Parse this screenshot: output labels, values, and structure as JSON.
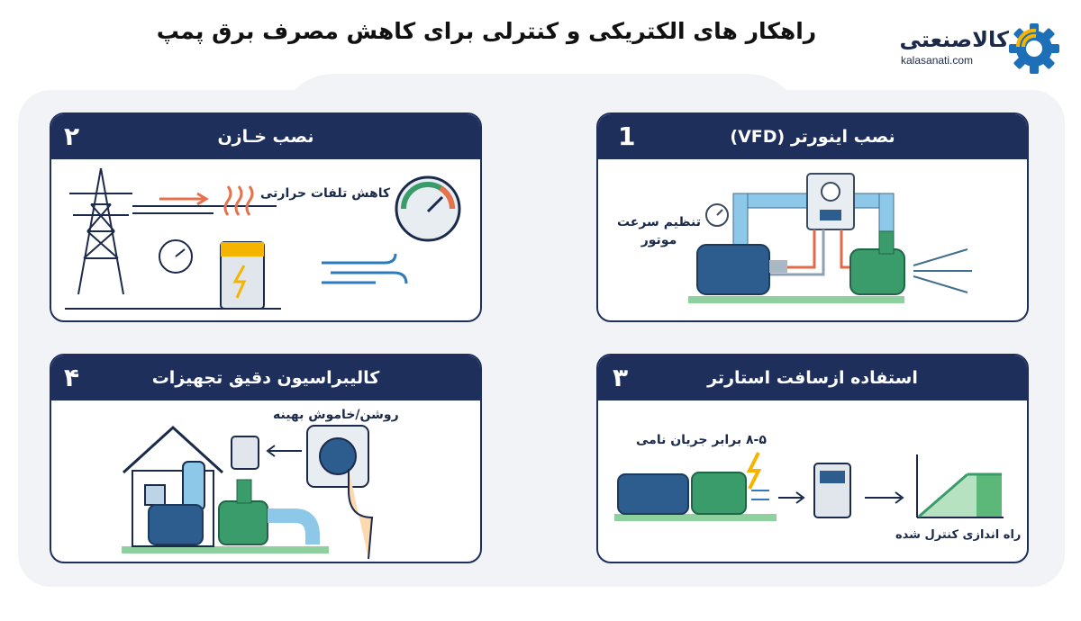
{
  "header": {
    "title": "راهکار های الکتریکی و کنترلی برای کاهش مصرف برق پمپ"
  },
  "logo": {
    "name": "کالاصنعتی",
    "url": "kalasanati.com"
  },
  "cards": [
    {
      "number": "1",
      "title": "نصب اینورتر (VFD)",
      "label": "تنظیم سرعت موتور"
    },
    {
      "number": "۲",
      "title": "نصب خـازن",
      "label": "کاهش تلفات حرارتی"
    },
    {
      "number": "۳",
      "title": "استفاده ازسافت استارتر",
      "label": "۸-۵ برابر جریان نامی",
      "label2": "راه اندازی کنترل شده"
    },
    {
      "number": "۴",
      "title": "کالیبراسیون دقیق تجهیزات",
      "label": "روشن/خاموش بهینه"
    }
  ],
  "colors": {
    "navy": "#1d2f5a",
    "accent": "#f5b400",
    "panel": "#f2f3f6",
    "motor": "#2d5d8f",
    "pump": "#3a9c6a",
    "pipe": "#8ec8e8"
  }
}
